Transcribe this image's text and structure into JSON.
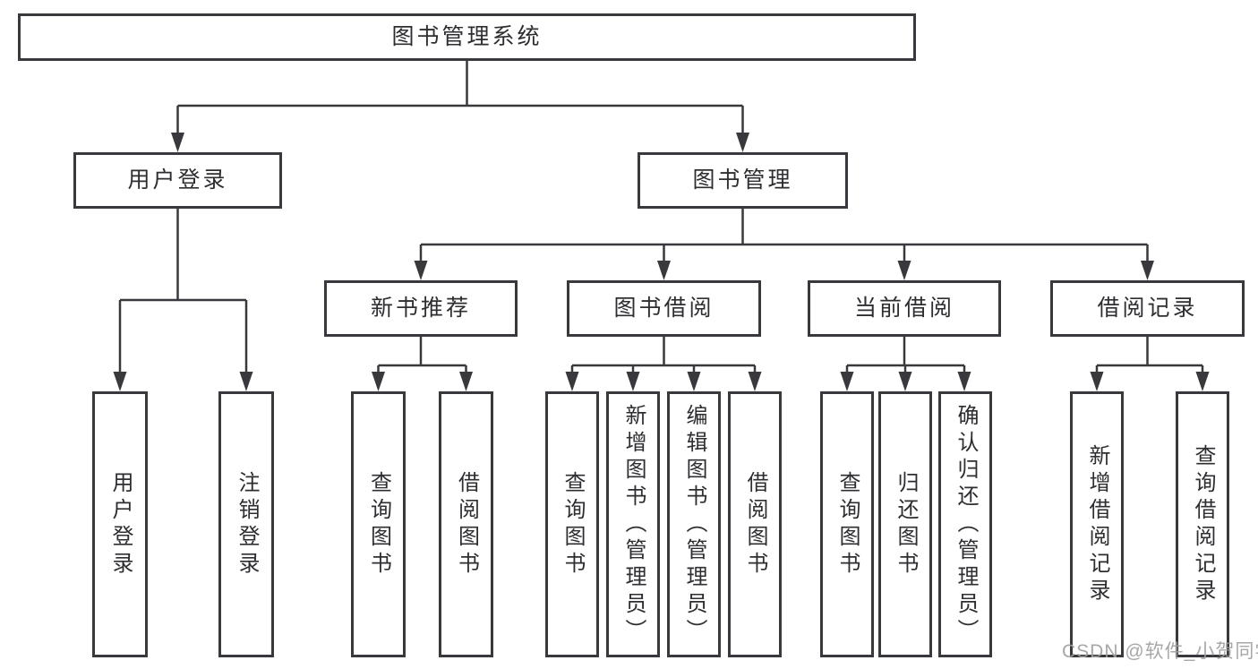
{
  "tree": {
    "label": "图书管理系统",
    "children": [
      {
        "label": "用户登录",
        "children": [
          {
            "label": "用户登录"
          },
          {
            "label": "注销登录"
          }
        ]
      },
      {
        "label": "图书管理",
        "children": [
          {
            "label": "新书推荐",
            "children": [
              {
                "label": "查询图书"
              },
              {
                "label": "借阅图书"
              }
            ]
          },
          {
            "label": "图书借阅",
            "children": [
              {
                "label": "查询图书"
              },
              {
                "label": "新增图书（管理员）"
              },
              {
                "label": "编辑图书（管理员）"
              },
              {
                "label": "借阅图书"
              }
            ]
          },
          {
            "label": "当前借阅",
            "children": [
              {
                "label": "查询图书"
              },
              {
                "label": "归还图书"
              },
              {
                "label": "确认归还（管理员）"
              }
            ]
          },
          {
            "label": "借阅记录",
            "children": [
              {
                "label": "新增借阅记录"
              },
              {
                "label": "查询借阅记录"
              }
            ]
          }
        ]
      }
    ]
  },
  "watermark": "CSDN @软件_小贺同学",
  "colors": {
    "line": "#39393d",
    "text": "#2e2e32",
    "watermark_color": "#a0a0a0",
    "background": "#ffffff"
  }
}
